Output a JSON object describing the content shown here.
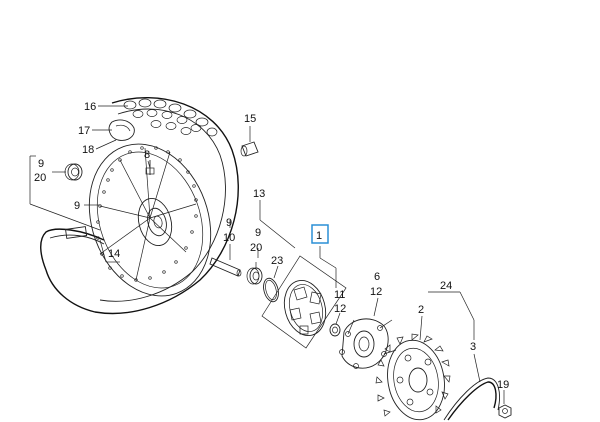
{
  "diagram": {
    "title": "",
    "highlight_color": "#2a8fd6",
    "callouts": [
      {
        "id": "c16",
        "text": "16"
      },
      {
        "id": "c17",
        "text": "17"
      },
      {
        "id": "c18",
        "text": "18"
      },
      {
        "id": "c8",
        "text": "8"
      },
      {
        "id": "c9a",
        "text": "9"
      },
      {
        "id": "c20a",
        "text": "20"
      },
      {
        "id": "c9b",
        "text": "9"
      },
      {
        "id": "c14",
        "text": "14"
      },
      {
        "id": "c15",
        "text": "15"
      },
      {
        "id": "c13",
        "text": "13"
      },
      {
        "id": "c9c",
        "text": "9"
      },
      {
        "id": "c10",
        "text": "10"
      },
      {
        "id": "c9d",
        "text": "9"
      },
      {
        "id": "c20b",
        "text": "20"
      },
      {
        "id": "c23",
        "text": "23"
      },
      {
        "id": "c1",
        "text": "1"
      },
      {
        "id": "c11",
        "text": "11"
      },
      {
        "id": "c12a",
        "text": "12"
      },
      {
        "id": "c6",
        "text": "6"
      },
      {
        "id": "c12b",
        "text": "12"
      },
      {
        "id": "c24",
        "text": "24"
      },
      {
        "id": "c2",
        "text": "2"
      },
      {
        "id": "c3",
        "text": "3"
      },
      {
        "id": "c19",
        "text": "19"
      }
    ]
  }
}
